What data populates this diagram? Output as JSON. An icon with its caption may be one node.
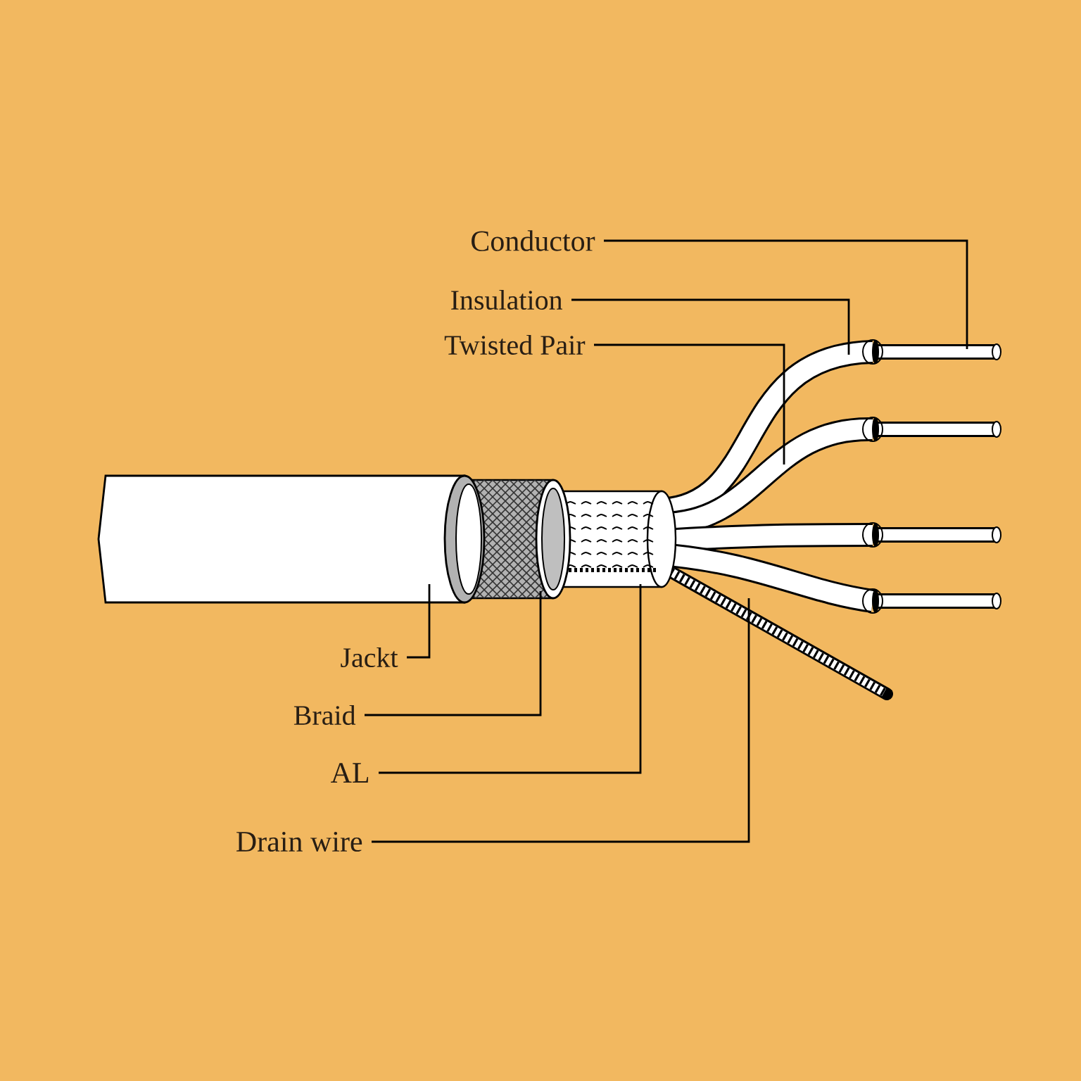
{
  "diagram": {
    "nodes": [
      {
        "text": [
          "Conductor"
        ]
      },
      {
        "text": [
          "Insulation"
        ]
      },
      {
        "text": [
          "Twisted Pair"
        ]
      },
      {
        "text": [
          "Jackt"
        ]
      },
      {
        "text": [
          "Braid"
        ]
      },
      {
        "text": [
          "AL"
        ]
      },
      {
        "text": [
          "Drain wire"
        ]
      }
    ],
    "edges": [
      {
        "from": 0,
        "to": null,
        "arrow": "none"
      },
      {
        "from": 1,
        "to": null,
        "arrow": "none"
      },
      {
        "from": 2,
        "to": null,
        "arrow": "none"
      },
      {
        "from": 3,
        "to": null,
        "arrow": "none"
      },
      {
        "from": 4,
        "to": null,
        "arrow": "none"
      },
      {
        "from": 5,
        "to": null,
        "arrow": "none"
      },
      {
        "from": 6,
        "to": null,
        "arrow": "none"
      }
    ]
  }
}
